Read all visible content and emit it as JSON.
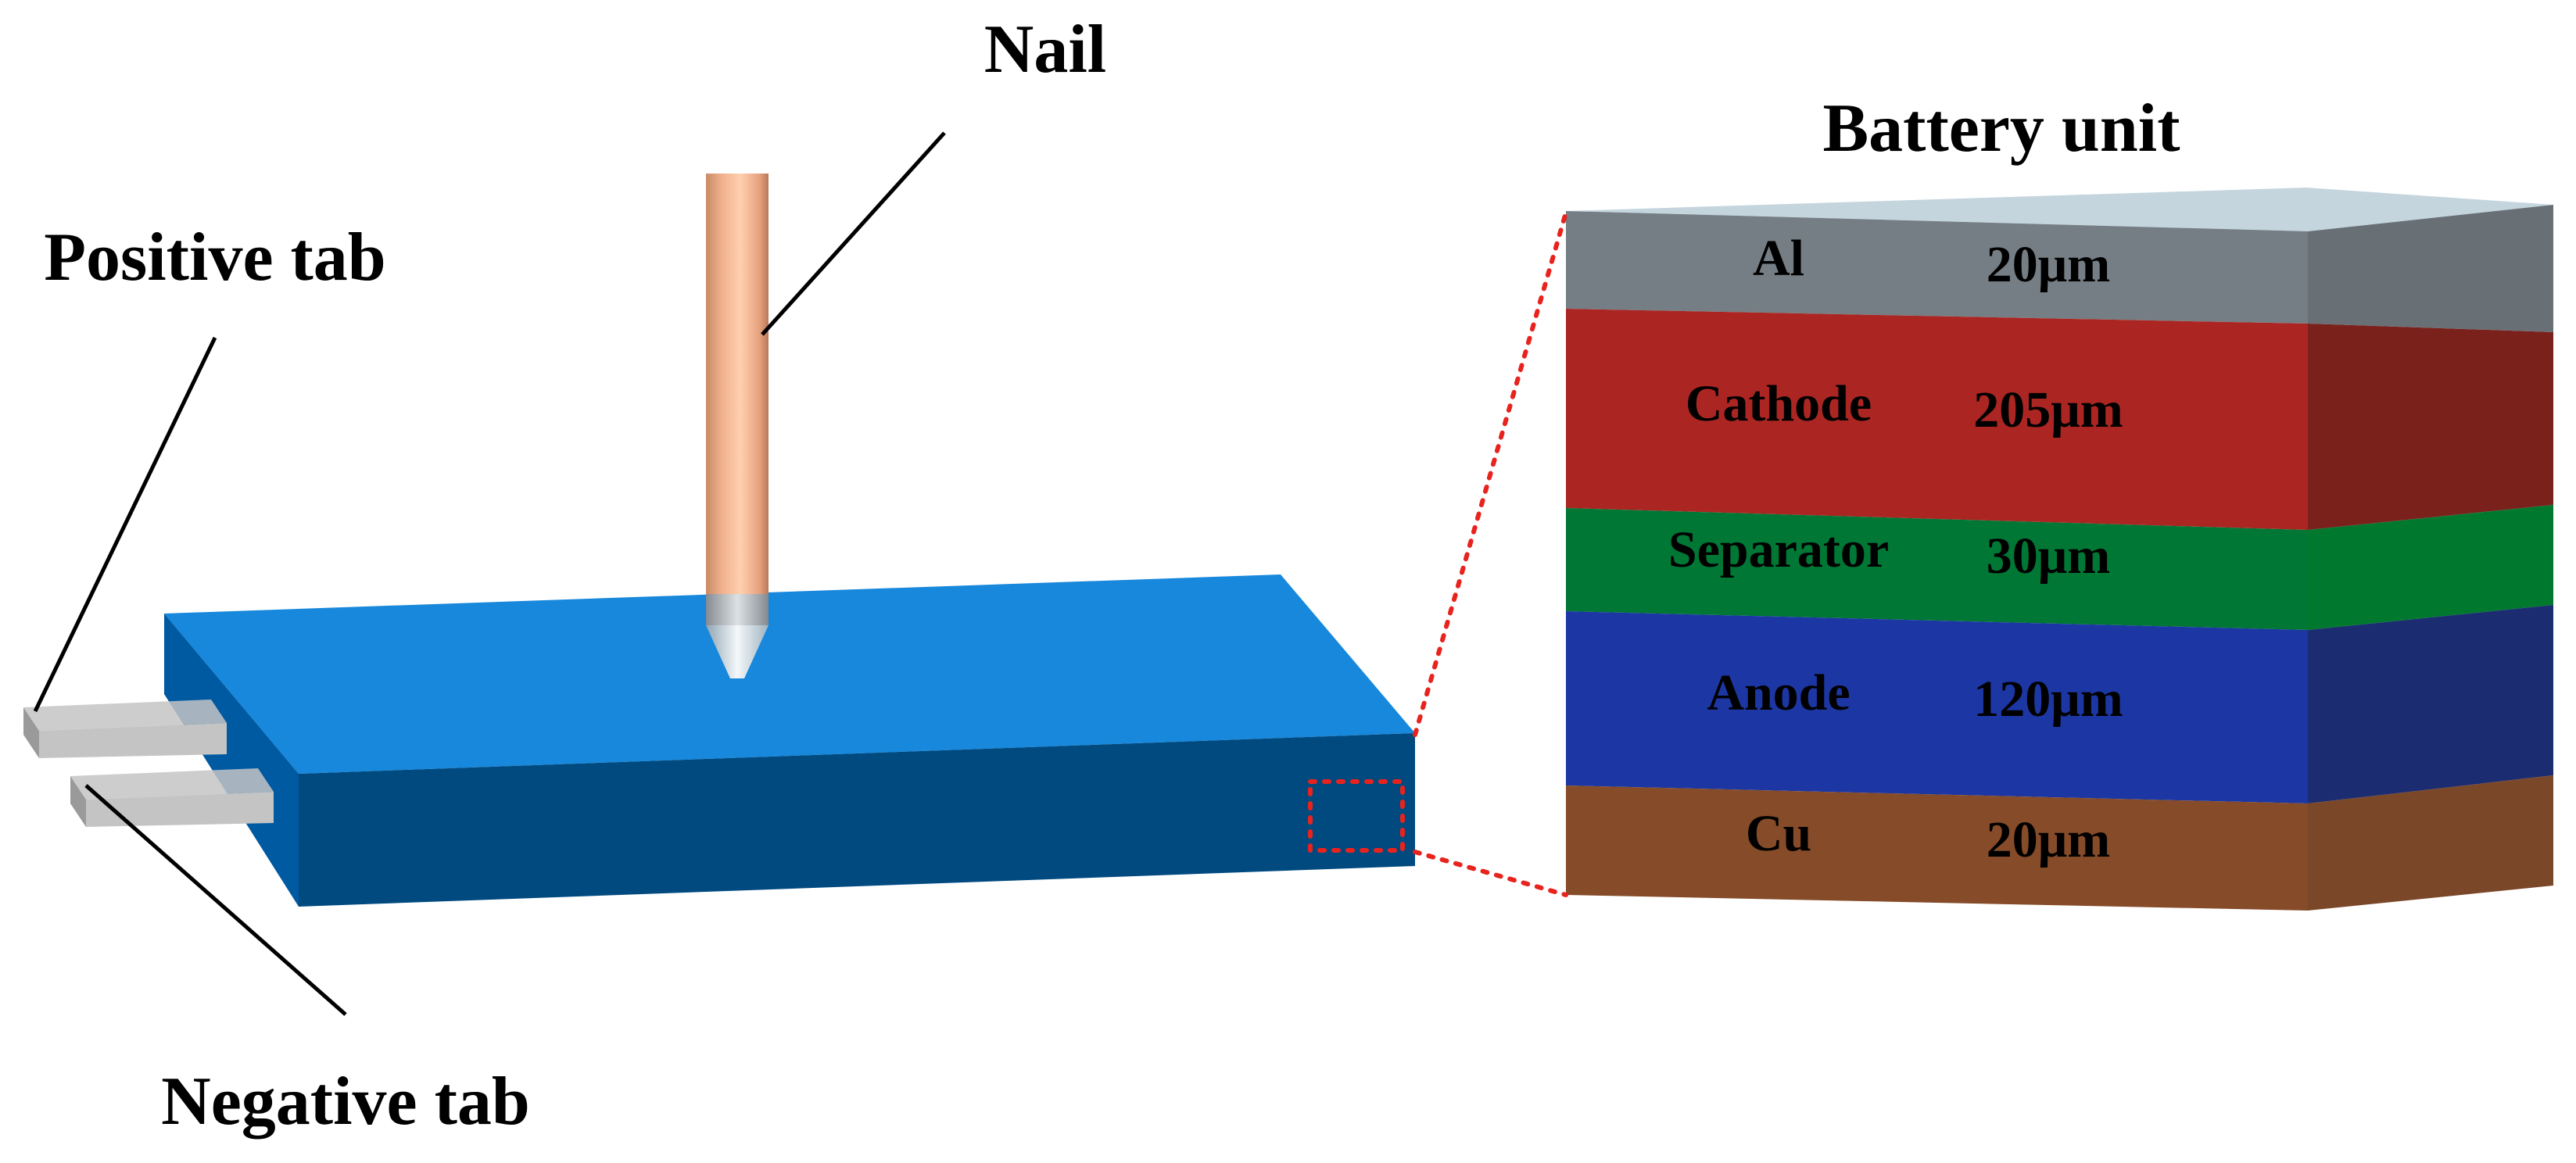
{
  "labels": {
    "nail": "Nail",
    "positive_tab": "Positive tab",
    "negative_tab": "Negative tab",
    "battery_unit": "Battery unit"
  },
  "layers": [
    {
      "name": "Al",
      "thickness": "20μm",
      "color": "#757e84",
      "side_color": "#687076"
    },
    {
      "name": "Cathode",
      "thickness": "205μm",
      "color": "#ab2622",
      "side_color": "#7b211c"
    },
    {
      "name": "Separator",
      "thickness": "30μm",
      "color": "#007735",
      "side_color": "#00792f"
    },
    {
      "name": "Anode",
      "thickness": "120μm",
      "color": "#1c37a4",
      "side_color": "#1b2d70"
    },
    {
      "name": "Cu",
      "thickness": "20μm",
      "color": "#864b28",
      "side_color": "#7a4728"
    }
  ],
  "colors": {
    "cell_top": "#1788dc",
    "cell_front": "#004a80",
    "cell_left": "#005aa2",
    "nail": "#f5b48f",
    "tab": "#c4c4c4",
    "unit_top": "#c4d5de",
    "zoom_marker": "#e8231e"
  }
}
